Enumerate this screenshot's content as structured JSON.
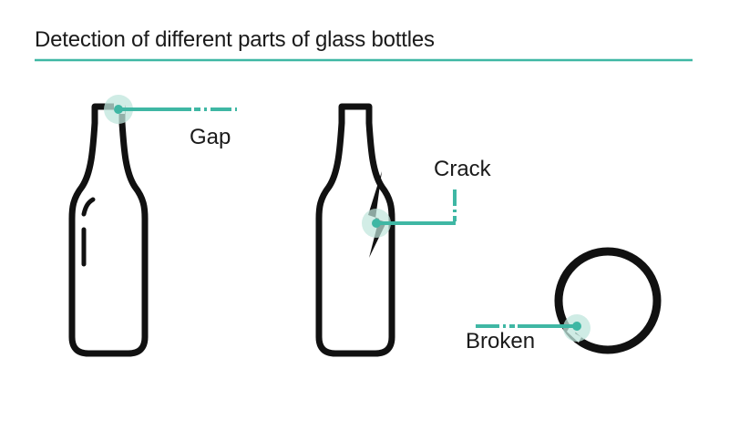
{
  "title": "Detection of different parts of glass bottles",
  "colors": {
    "accent": "#3fb7a4",
    "highlight_fill": "#bfe5dc",
    "outline": "#111111",
    "text": "#1a1a1a"
  },
  "callouts": [
    {
      "id": "gap",
      "label": "Gap"
    },
    {
      "id": "crack",
      "label": "Crack"
    },
    {
      "id": "broken",
      "label": "Broken"
    }
  ]
}
